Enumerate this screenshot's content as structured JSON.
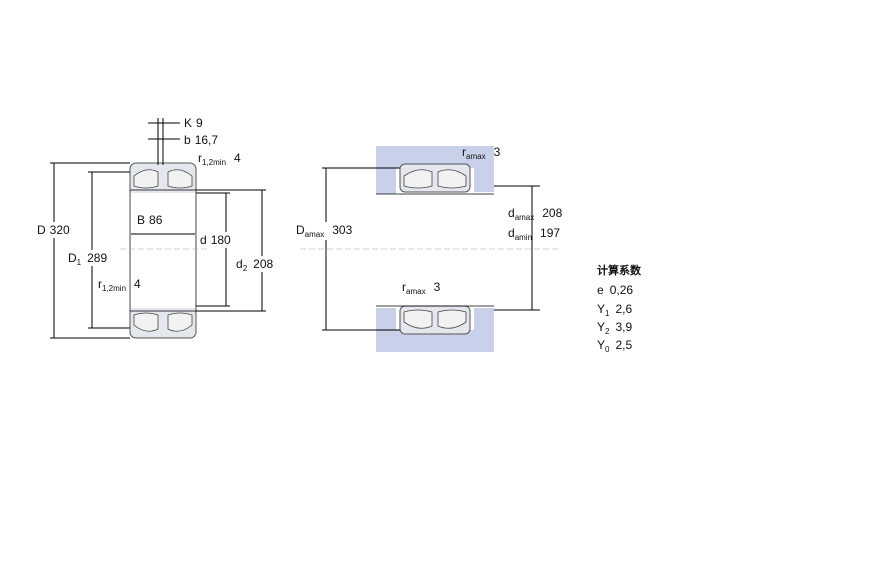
{
  "left_diagram": {
    "K": {
      "symbol": "K",
      "value": "9"
    },
    "b": {
      "symbol": "b",
      "value": "16,7"
    },
    "r12min_top": {
      "symbol": "r",
      "sub": "1,2min",
      "value": "4"
    },
    "D": {
      "symbol": "D",
      "value": "320"
    },
    "B": {
      "symbol": "B",
      "value": "86"
    },
    "d": {
      "symbol": "d",
      "value": "180"
    },
    "D1": {
      "symbol": "D",
      "sub": "1",
      "value": "289"
    },
    "d2": {
      "symbol": "d",
      "sub": "2",
      "value": "208"
    },
    "r12min_bottom": {
      "symbol": "r",
      "sub": "1,2min",
      "value": "4"
    }
  },
  "right_diagram": {
    "ramax_top": {
      "symbol": "r",
      "sub": "amax",
      "value": "3"
    },
    "Damax": {
      "symbol": "D",
      "sub": "amax",
      "value": "303"
    },
    "damax": {
      "symbol": "d",
      "sub": "amax",
      "value": "208"
    },
    "damin": {
      "symbol": "d",
      "sub": "amin",
      "value": "197"
    },
    "ramax_bottom": {
      "symbol": "r",
      "sub": "amax",
      "value": "3"
    }
  },
  "calc_factors": {
    "title": "计算系数",
    "rows": [
      {
        "symbol": "e",
        "sub": "",
        "value": "0,26"
      },
      {
        "symbol": "Y",
        "sub": "1",
        "value": "2,6"
      },
      {
        "symbol": "Y",
        "sub": "2",
        "value": "3,9"
      },
      {
        "symbol": "Y",
        "sub": "0",
        "value": "2,5"
      }
    ]
  },
  "colors": {
    "housing": "#c9d1ea",
    "bearing": "#e4e7ee",
    "lines": "#000000"
  }
}
